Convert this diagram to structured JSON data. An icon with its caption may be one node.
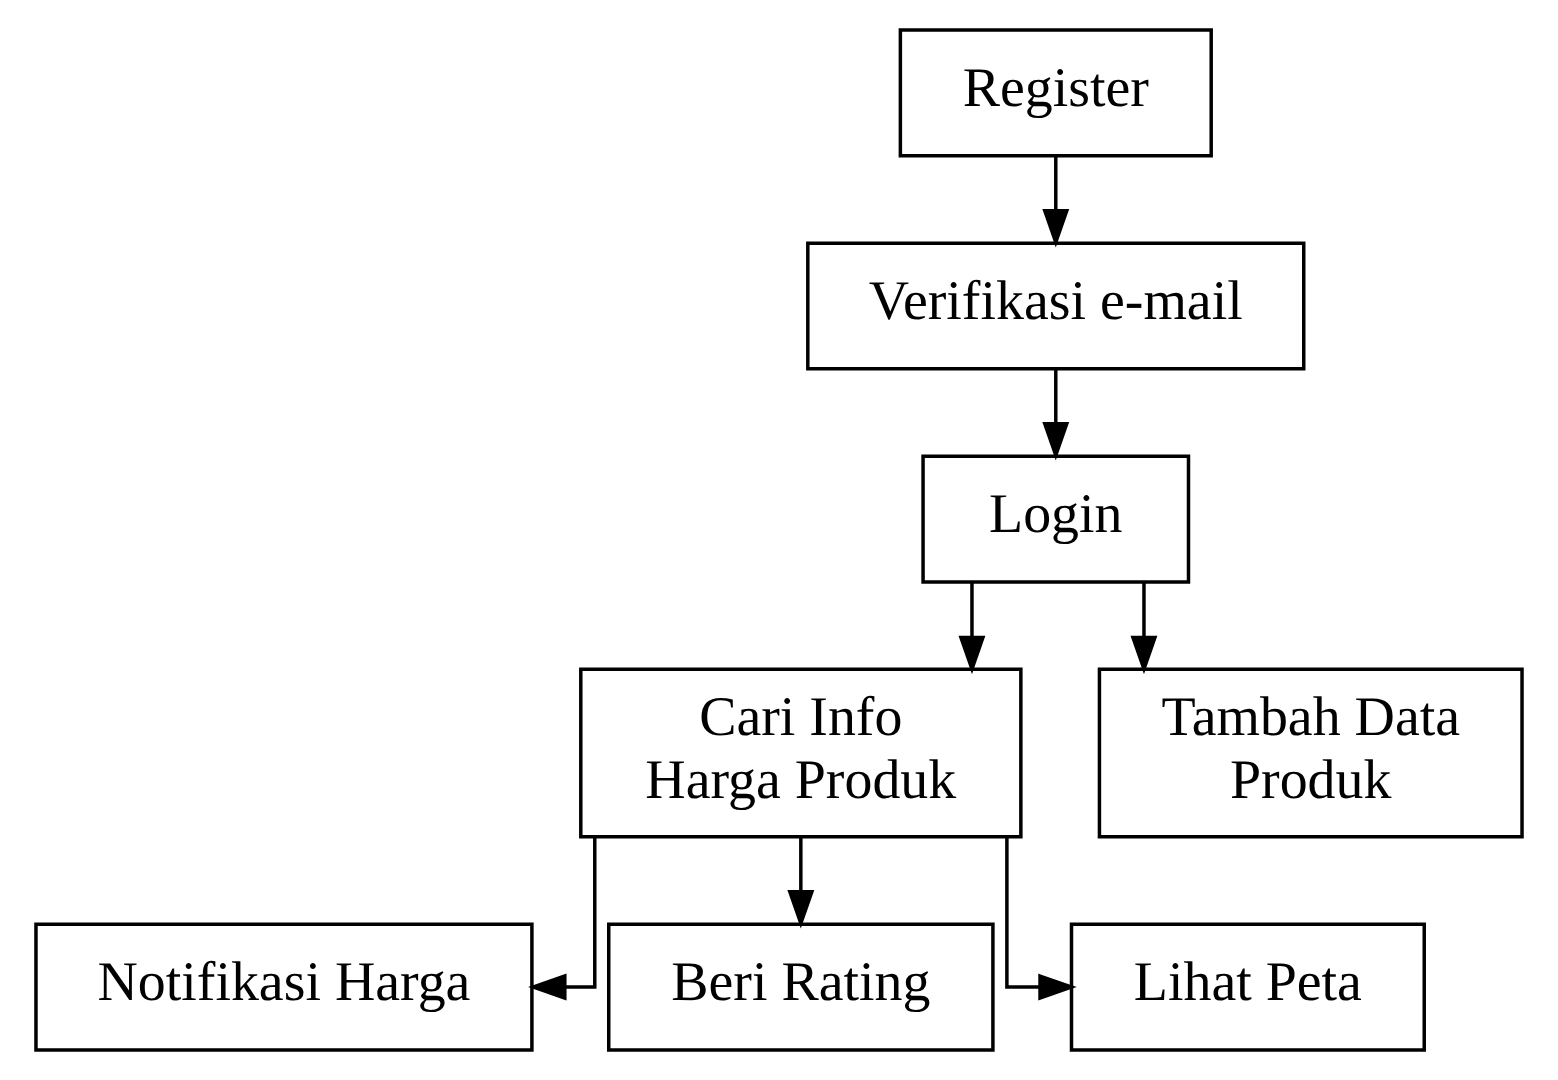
{
  "diagram": {
    "nodes": [
      {
        "text": [
          "Register"
        ]
      },
      {
        "text": [
          "Verifikasi e-mail"
        ]
      },
      {
        "text": [
          "Login"
        ]
      },
      {
        "text": [
          "Cari Info Harga Produk"
        ]
      },
      {
        "text": [
          "Tambah Data Produk"
        ]
      },
      {
        "text": [
          "Notifikasi Harga"
        ]
      },
      {
        "text": [
          "Beri Rating"
        ]
      },
      {
        "text": [
          "Lihat Peta"
        ]
      }
    ],
    "edges": [
      {
        "from": 0,
        "to": 1,
        "arrow": "to"
      },
      {
        "from": 1,
        "to": 2,
        "arrow": "to"
      },
      {
        "from": 2,
        "to": 3,
        "arrow": "to"
      },
      {
        "from": 2,
        "to": 4,
        "arrow": "to"
      },
      {
        "from": 3,
        "to": 5,
        "arrow": "to"
      },
      {
        "from": 3,
        "to": 6,
        "arrow": "to"
      },
      {
        "from": 3,
        "to": 7,
        "arrow": "to"
      }
    ]
  }
}
